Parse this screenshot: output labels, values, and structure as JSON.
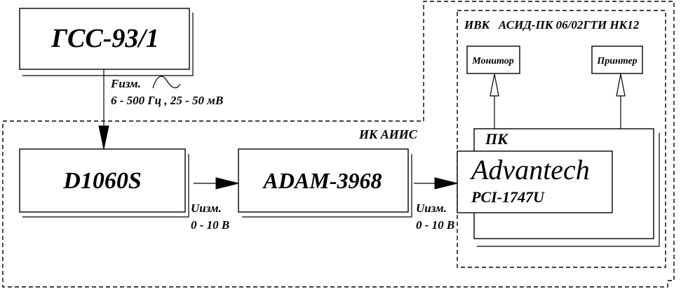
{
  "blocks": {
    "generator": {
      "label": "ГСС-93/1"
    },
    "amplifier": {
      "label": "D1060S"
    },
    "adam": {
      "label": "ADAM-3968"
    },
    "card": {
      "brand": "Advantech",
      "model": "PCI-1747U"
    },
    "pc": {
      "label": "ПК"
    },
    "monitor": {
      "label": "Монитор"
    },
    "printer": {
      "label": "Принтер"
    }
  },
  "groups": {
    "ik_aiis": {
      "label": "ИК АИИС"
    },
    "ivk": {
      "label": "ИВК   АСИД-ПК 06/02ГТИ НК12"
    }
  },
  "signals": {
    "generator_out": {
      "name": "Fизм.",
      "range": "6 - 500 Гц , 25 - 50 мВ"
    },
    "amp_out": {
      "name": "Uизм.",
      "range": "0 - 10 В"
    },
    "adam_out": {
      "name": "Uизм.",
      "range": "0 - 10 В"
    }
  },
  "icons": {
    "sine": "sine-wave-icon",
    "arrow_solid": "arrow-solid-icon",
    "arrow_open": "arrow-open-icon"
  },
  "colors": {
    "line": "#000000",
    "background": "#ffffff"
  }
}
